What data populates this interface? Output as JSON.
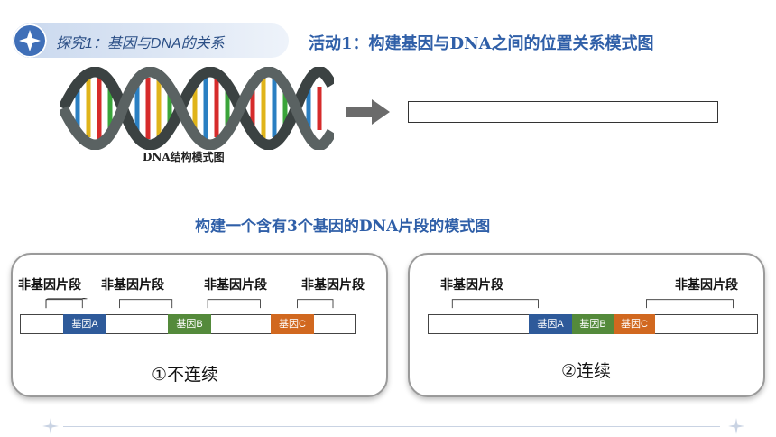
{
  "header": {
    "section_label": "探究1：基因与DNA的关系",
    "activity_title": "活动1：构建基因与DNA之间的位置关系模式图"
  },
  "dna_figure": {
    "caption": "DNA结构模式图"
  },
  "subtitle": "构建一个含有3个基因的DNA片段的模式图",
  "panel_left": {
    "labels": [
      "非基因片段",
      "非基因片段",
      "非基因片段",
      "非基因片段"
    ],
    "genes": [
      "基因A",
      "基因B",
      "基因C"
    ],
    "caption": "①不连续"
  },
  "panel_right": {
    "labels": [
      "非基因片段",
      "非基因片段"
    ],
    "genes": [
      "基因A",
      "基因B",
      "基因C"
    ],
    "caption": "②连续"
  },
  "colors": {
    "gene_a": "#2e5a9a",
    "gene_b": "#548a3b",
    "gene_c": "#d1681f",
    "title": "#2f5fa8"
  }
}
